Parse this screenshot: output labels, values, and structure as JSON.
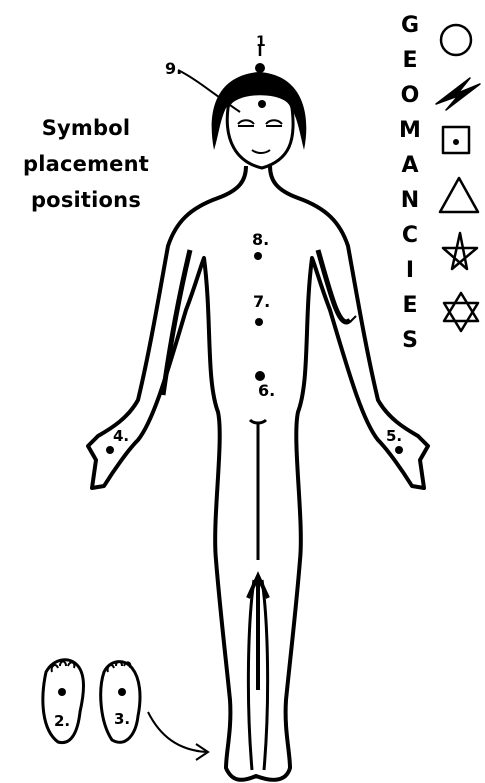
{
  "caption": {
    "line1": "Symbol",
    "line2": "placement",
    "line3": "positions"
  },
  "geomancies_letters": [
    "G",
    "E",
    "O",
    "M",
    "A",
    "N",
    "C",
    "I",
    "E",
    "S"
  ],
  "symbols": [
    "circle-icon",
    "zigzag-icon",
    "square-with-dot-icon",
    "triangle-icon",
    "pentagram-icon",
    "hexagram-icon"
  ],
  "positions": {
    "p1": "1",
    "p2": "2.",
    "p3": "3.",
    "p4": "4.",
    "p5": "5.",
    "p6": "6.",
    "p7": "7.",
    "p8": "8.",
    "p9": "9."
  }
}
